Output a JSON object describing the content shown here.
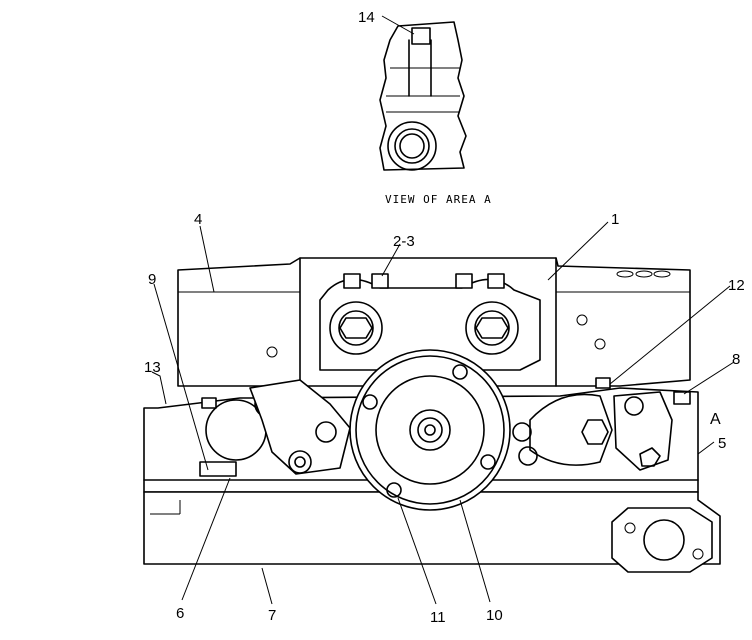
{
  "view_caption": "VIEW OF AREA A",
  "area_marker": "A",
  "callouts": [
    {
      "id": "14",
      "text": "14"
    },
    {
      "id": "4",
      "text": "4"
    },
    {
      "id": "2-3",
      "text": "2-3"
    },
    {
      "id": "1",
      "text": "1"
    },
    {
      "id": "9",
      "text": "9"
    },
    {
      "id": "12",
      "text": "12"
    },
    {
      "id": "13",
      "text": "13"
    },
    {
      "id": "8",
      "text": "8"
    },
    {
      "id": "5",
      "text": "5"
    },
    {
      "id": "6",
      "text": "6"
    },
    {
      "id": "7",
      "text": "7"
    },
    {
      "id": "11",
      "text": "11"
    },
    {
      "id": "10",
      "text": "10"
    }
  ]
}
